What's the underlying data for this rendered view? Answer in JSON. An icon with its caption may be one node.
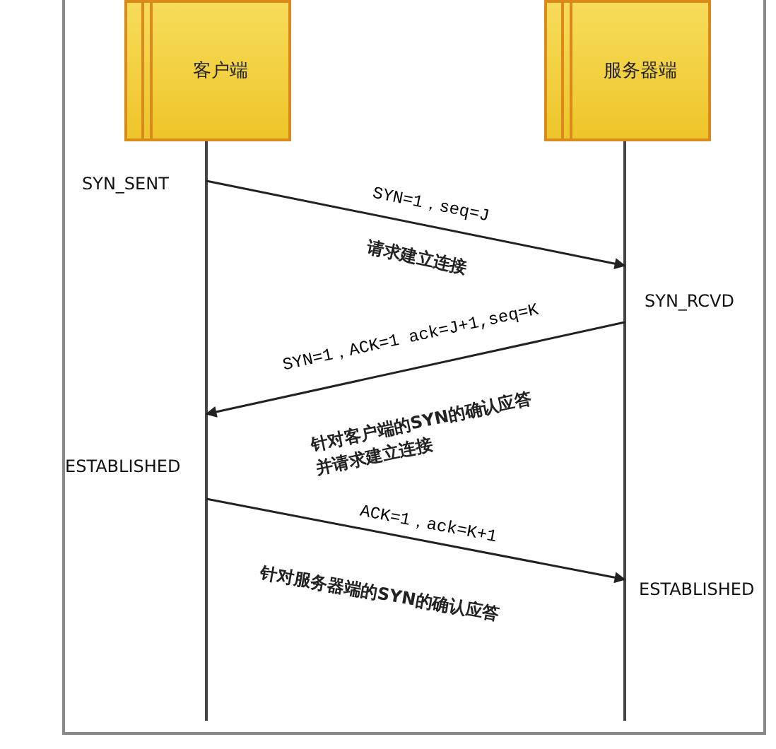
{
  "diagram": {
    "nodes": [
      {
        "text": [
          "客户端"
        ]
      },
      {
        "text": [
          "服务器端"
        ]
      }
    ],
    "edges": [
      {
        "from": 0,
        "to": 1,
        "arrow": "to",
        "label": "SYN=1，seq=J"
      },
      {
        "from": 1,
        "to": 0,
        "arrow": "to",
        "label": "SYN=1，ACK=1 ack=J+1,seq=K"
      },
      {
        "from": 0,
        "to": 1,
        "arrow": "to",
        "label": "ACK=1，ack=K+1"
      }
    ],
    "labels": [
      "SYN_SENT",
      "请求建立连接",
      "SYN_RCVD",
      "针对客户端的SYN的确认应答并请求建立连接",
      "ESTABLISHED",
      "针对服务器端的SYN的确认应答",
      "ESTABLISHED"
    ]
  }
}
